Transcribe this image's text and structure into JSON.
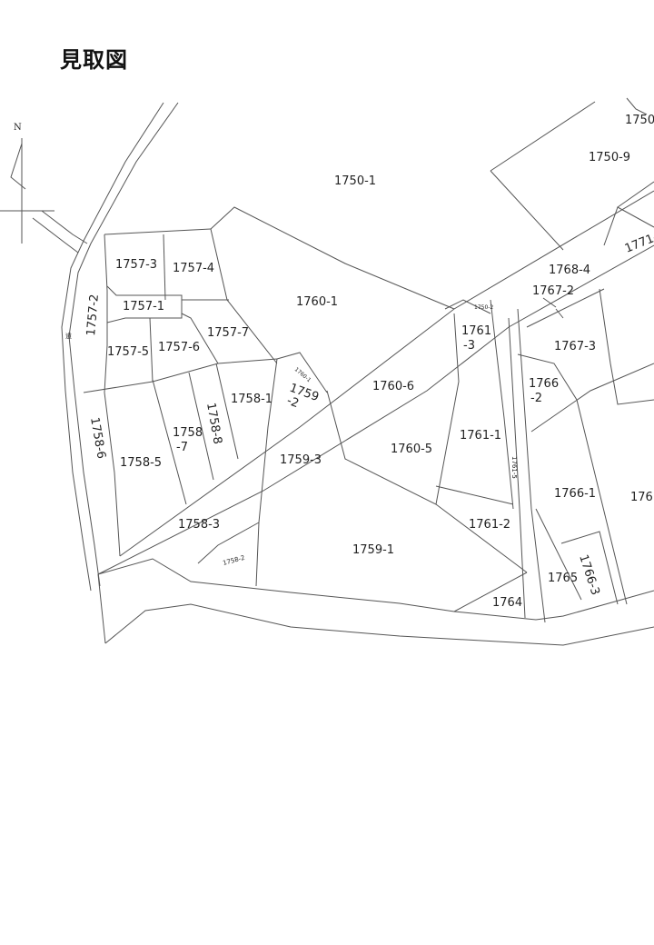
{
  "title": "見取図",
  "north_label": "N",
  "road_label": "道",
  "parcels": [
    "1750-1",
    "1750-9",
    "1750",
    "1771-",
    "1768-4",
    "1767-2",
    "1767-3",
    "1766",
    "-2",
    "1766-1",
    "176",
    "1766-3",
    "1765",
    "1764",
    "1761",
    "-3",
    "1761-1",
    "1761-2",
    "1761-5",
    "1760-1",
    "1760-6",
    "1760-5",
    "1760-1",
    "1759",
    "-2",
    "1759-3",
    "1759-1",
    "1758-1",
    "1758",
    "-7",
    "1758-8",
    "1758-6",
    "1758-5",
    "1758-3",
    "1758-2",
    "1757-3",
    "1757-4",
    "1757-1",
    "1757-7",
    "1757-6",
    "1757-5",
    "1757-2",
    "1750-2"
  ]
}
